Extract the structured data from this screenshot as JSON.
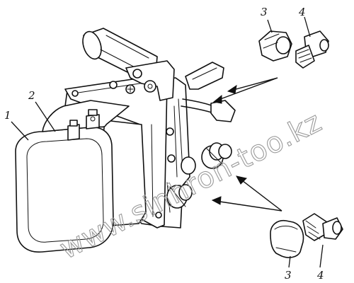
{
  "callouts": {
    "label_1": "1",
    "label_2": "2",
    "label_3_top": "3",
    "label_4_top": "4",
    "label_3_bottom": "3",
    "label_4_bottom": "4"
  },
  "watermark": {
    "text": "www.sinhron-too.kz"
  },
  "colors": {
    "ink": "#111111",
    "paper": "#ffffff",
    "watermark": "#9a9a9a"
  }
}
